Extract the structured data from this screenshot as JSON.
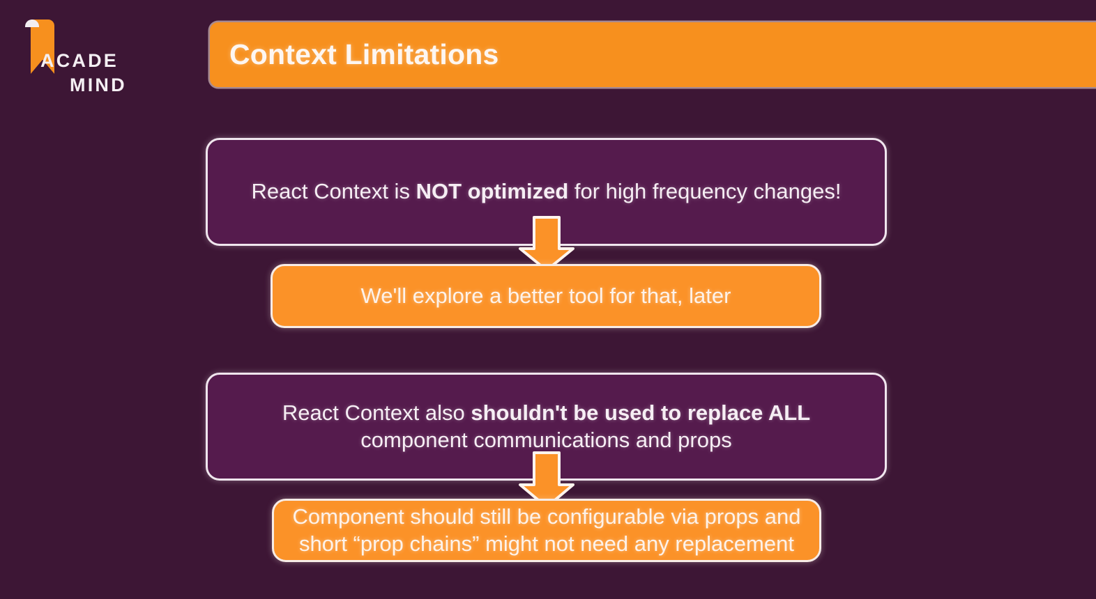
{
  "brand": {
    "logo_line1": "ACADE",
    "logo_line2": "MIND",
    "logo_icon": "bookmark-ribbon-icon",
    "orange": "#f7901e",
    "background": "#3d1635",
    "box_purple": "#551b4d",
    "box_orange": "#fb9228",
    "text_color": "#f6eef4"
  },
  "header": {
    "title": "Context Limitations"
  },
  "content": {
    "blocks": [
      {
        "id": "statement-1",
        "style": "purple",
        "text_parts": [
          {
            "text": "React Context is ",
            "bold": false
          },
          {
            "text": "NOT optimized",
            "bold": true
          },
          {
            "text": " for high frequency changes!",
            "bold": false
          }
        ],
        "plain_text": "React Context is NOT optimized for high frequency changes!"
      },
      {
        "id": "note-1",
        "style": "orange",
        "text_parts": [
          {
            "text": "We'll explore a better tool for that, later",
            "bold": false
          }
        ],
        "plain_text": "We'll explore a better tool for that, later"
      },
      {
        "id": "statement-2",
        "style": "purple",
        "text_parts": [
          {
            "text": "React Context also ",
            "bold": false
          },
          {
            "text": "shouldn't be used to replace ALL",
            "bold": true
          },
          {
            "text": " component communications and props",
            "bold": false
          }
        ],
        "plain_text": "React Context also shouldn't be used to replace ALL component communications and props"
      },
      {
        "id": "note-2",
        "style": "orange",
        "text_parts": [
          {
            "text": "Component should still be configurable via props and short “prop chains” might not need any replacement",
            "bold": false
          }
        ],
        "plain_text": "Component should still be configurable via props and short “prop chains” might not need any replacement"
      }
    ],
    "connectors": [
      {
        "id": "arrow-1",
        "icon": "down-arrow-icon",
        "from": "statement-1",
        "to": "note-1"
      },
      {
        "id": "arrow-2",
        "icon": "down-arrow-icon",
        "from": "statement-2",
        "to": "note-2"
      }
    ]
  }
}
